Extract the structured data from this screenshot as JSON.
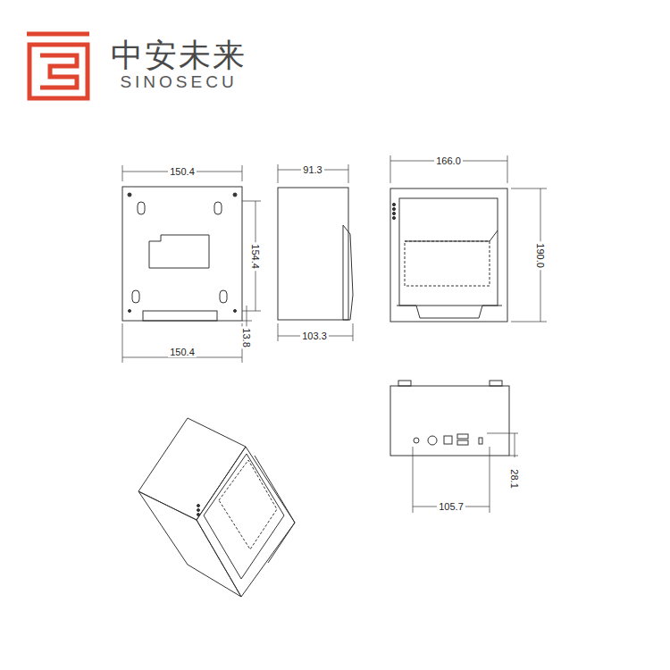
{
  "diagram": {
    "labels": [
      "中安未来",
      "SINOSECU",
      "150.4",
      "154.4",
      "13.8",
      "150.4",
      "91.3",
      "103.3",
      "166.0",
      "190.0",
      "105.7",
      "28.1"
    ]
  }
}
